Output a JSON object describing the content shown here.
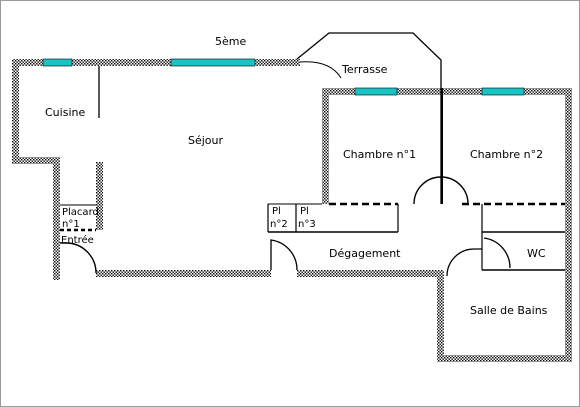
{
  "floor_label": "5ème",
  "rooms": {
    "terrasse": "Terrasse",
    "cuisine": "Cuisine",
    "sejour": "Séjour",
    "chambre1": "Chambre n°1",
    "chambre2": "Chambre n°2",
    "placard1_line1": "Placard",
    "placard1_line2": "n°1",
    "entree": "Entrée",
    "placard2_line1": "Pl",
    "placard2_line2": "n°2",
    "placard3_line1": "Pl",
    "placard3_line2": "n°3",
    "degagement": "Dégagement",
    "wc": "WC",
    "salle_de_bains": "Salle de Bains"
  },
  "colors": {
    "wall_fill": "#ffffff",
    "wall_hatch": "#000000",
    "window": "#19c3c3",
    "line": "#000000"
  }
}
